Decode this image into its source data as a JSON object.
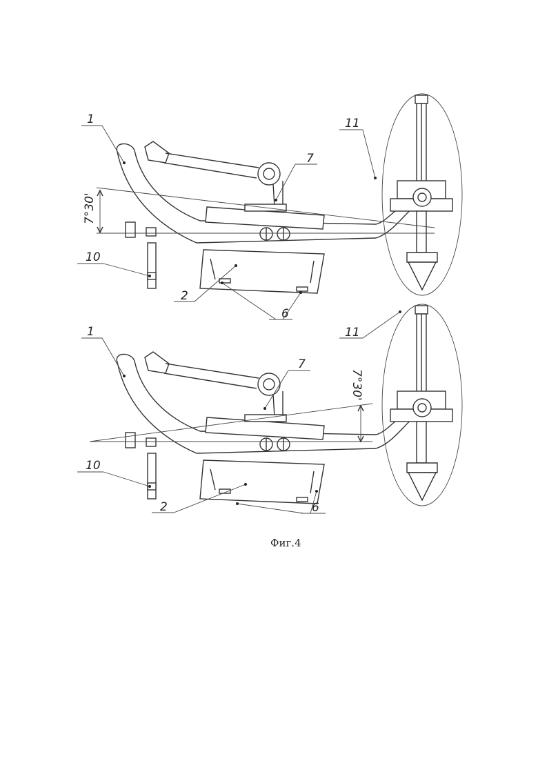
{
  "figure": {
    "caption": "Фиг.4",
    "top_view": {
      "labels": {
        "l1": "1",
        "l7": "7",
        "l11": "11",
        "l10": "10",
        "l2": "2",
        "l6": "6"
      },
      "angle": "7°30'"
    },
    "bottom_view": {
      "labels": {
        "l1": "1",
        "l7": "7",
        "l11": "11",
        "l10": "10",
        "l2": "2",
        "l6": "6"
      },
      "angle": "7°30'"
    }
  }
}
